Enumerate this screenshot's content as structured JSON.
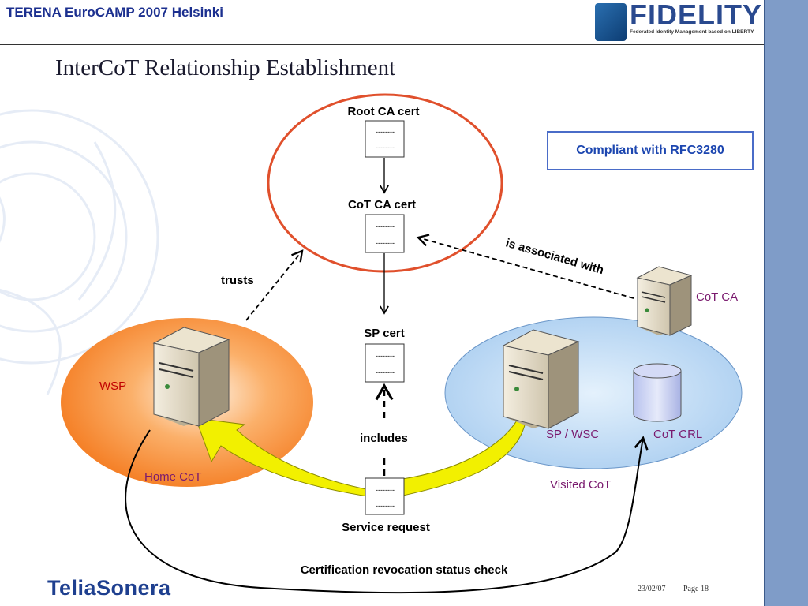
{
  "header": {
    "event_title": "TERENA EuroCAMP 2007 Helsinki",
    "logo_word": "FIDELITY",
    "logo_subtitle": "Federated Identity Management based on LIBERTY"
  },
  "slide": {
    "title": "InterCoT Relationship Establishment"
  },
  "diagram": {
    "root_ca_cert": "Root CA cert",
    "cot_ca_cert": "CoT CA cert",
    "sp_cert": "SP cert",
    "service_request": "Service request",
    "cert_placeholder": "--------",
    "trusts": "trusts",
    "is_associated_with": "is associated with",
    "includes": "includes",
    "cert_revocation": "Certification revocation status check",
    "wsp": "WSP",
    "home_cot": "Home CoT",
    "sp_wsc": "SP / WSC",
    "cot_crl": "CoT CRL",
    "visited_cot": "Visited CoT",
    "cot_ca": "CoT CA",
    "rfc_note": "Compliant with RFC3280",
    "colors": {
      "root_circle": "#e0502c",
      "home_cot_fill": "#f47b20",
      "visited_cot_fill": "#a9cdf0",
      "arrow_yellow": "#f2f000",
      "label_purple": "#7a1a6e",
      "label_red": "#c00000"
    }
  },
  "footer": {
    "brand": "TeliaSonera",
    "date": "23/02/07",
    "page": "Page 18"
  }
}
